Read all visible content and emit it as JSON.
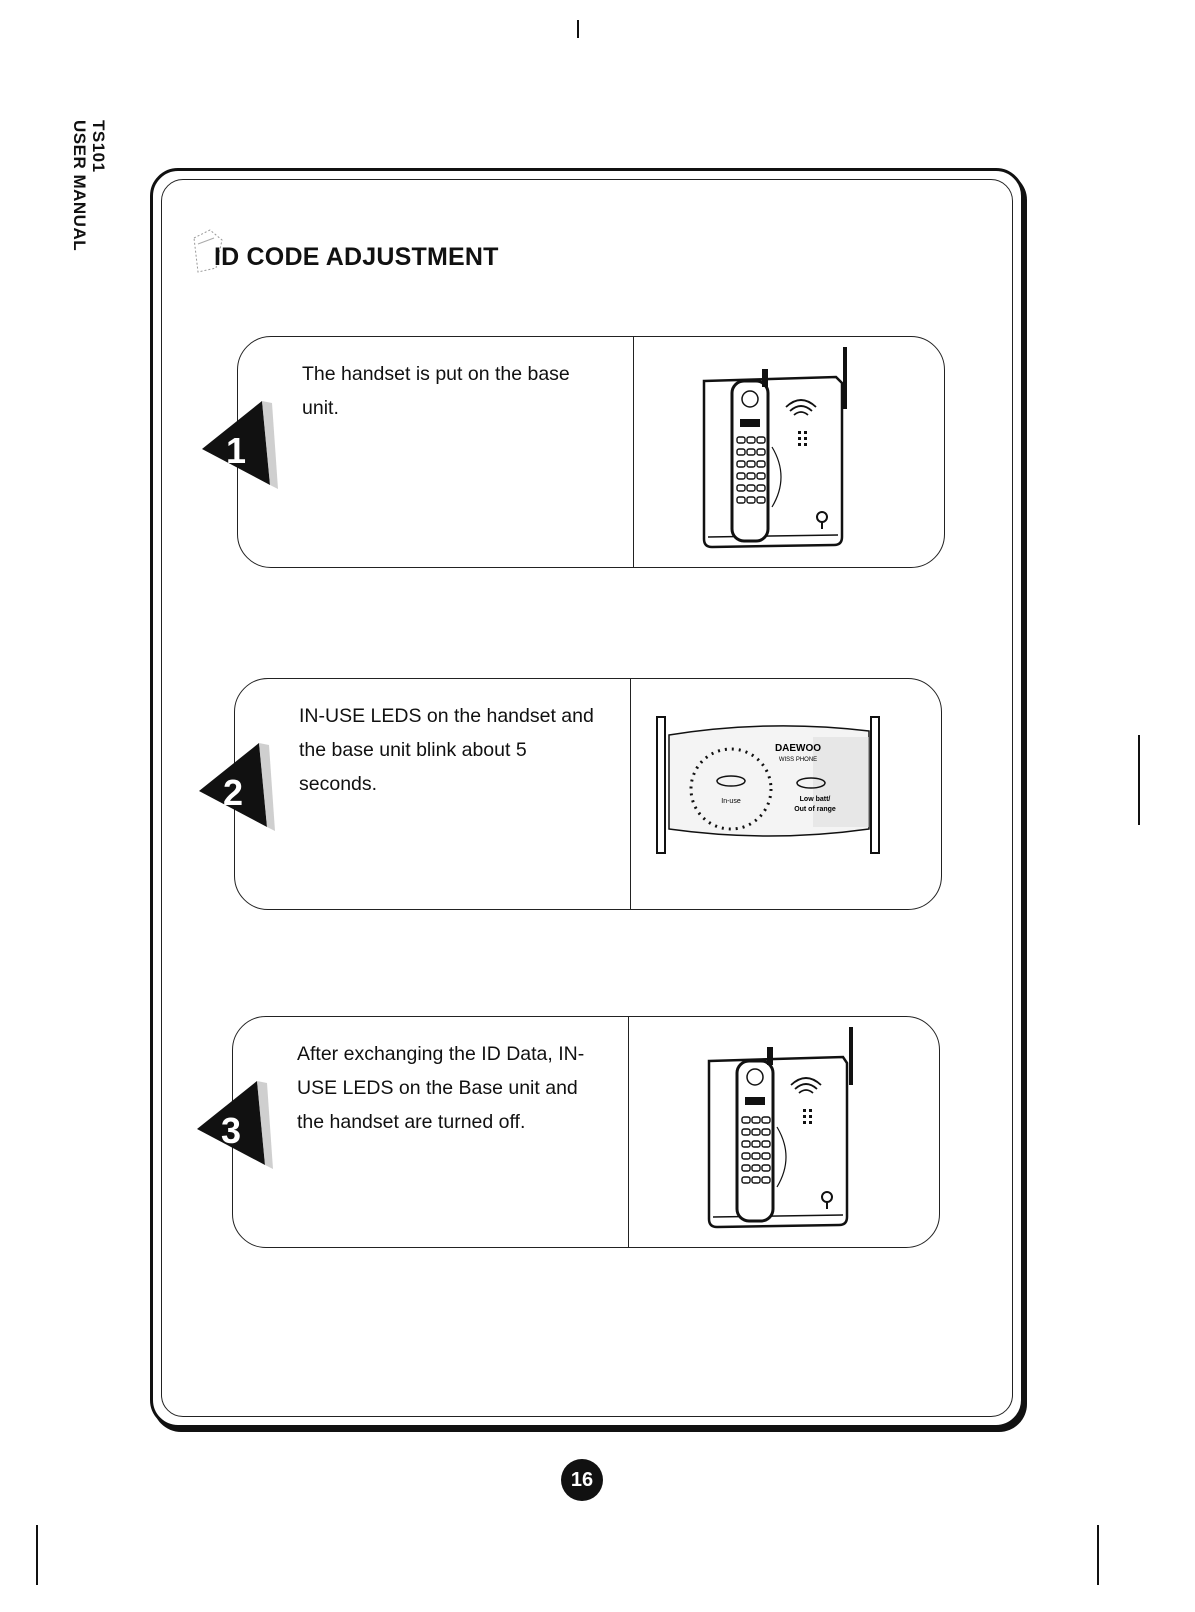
{
  "side_label": {
    "model": "TS101",
    "manual": "USER MANUAL"
  },
  "title": "ID CODE ADJUSTMENT",
  "steps": [
    {
      "number": "1",
      "text": "The handset is put on the base unit.",
      "image": "phone-on-base-illustration"
    },
    {
      "number": "2",
      "text": "IN-USE LEDS on the handset and the base unit blink about 5 seconds.",
      "image": "base-unit-led-panel-illustration",
      "panel": {
        "brand": "DAEWOO",
        "sub": "WISS PHONE",
        "led_left": "In-use",
        "led_right_1": "Low batt/",
        "led_right_2": "Out of range"
      }
    },
    {
      "number": "3",
      "text": "After exchanging the ID Data, IN-USE LEDS on the Base unit and the handset are turned off.",
      "image": "phone-on-base-illustration"
    }
  ],
  "page_number": "16"
}
